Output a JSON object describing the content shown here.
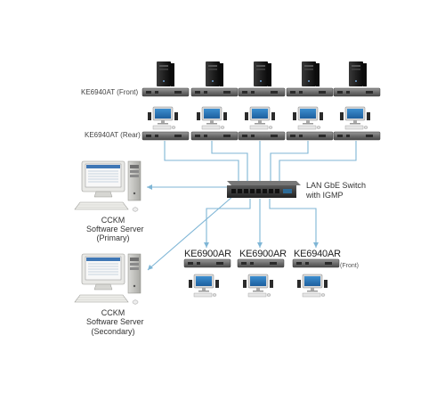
{
  "labels": {
    "front": "KE6940AT (Front)",
    "rear": "KE6940AT (Rear)",
    "switch_line1": "LAN GbE Switch",
    "switch_line2": "with IGMP",
    "server_primary_line1": "CCKM",
    "server_primary_line2": "Software Server",
    "server_primary_line3": "(Primary)",
    "server_secondary_line1": "CCKM",
    "server_secondary_line2": "Software Server",
    "server_secondary_line3": "(Secondary)",
    "rx_models": [
      "KE6900AR",
      "KE6900AR",
      "KE6940AR"
    ],
    "rx_front": "(Front)"
  },
  "colors": {
    "cable": "#7fb6d6",
    "device": "#6a6a6a",
    "tower": "#1f1f1f"
  },
  "icons": {
    "tower": "tower-computer-icon",
    "workstation": "workstation-icon",
    "switch": "network-switch-icon",
    "server": "server-pc-icon"
  }
}
